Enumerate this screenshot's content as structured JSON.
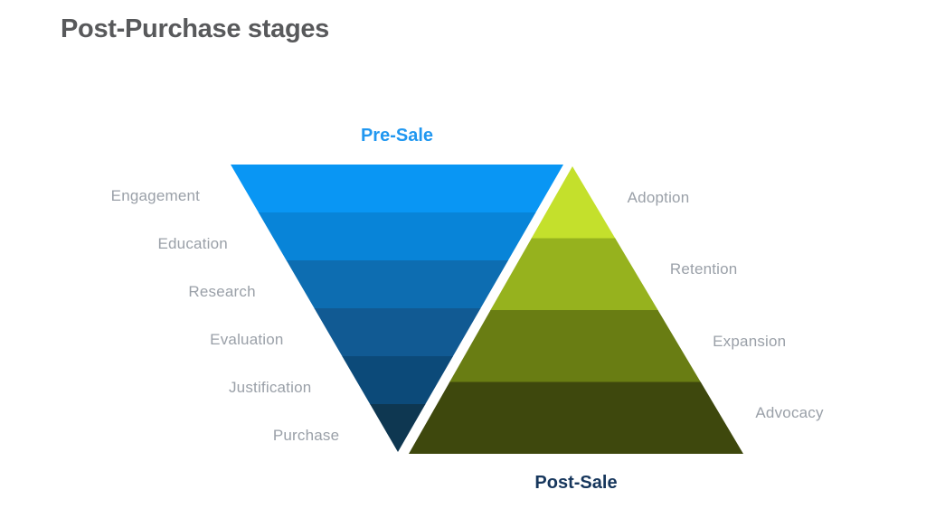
{
  "title": "Post-Purchase stages",
  "title_color": "#58595b",
  "stage_label_color": "#9aa0a8",
  "pre_sale": {
    "label": "Pre-Sale",
    "label_color": "#2097f0",
    "stages": [
      {
        "name": "Engagement",
        "color": "#0996f4"
      },
      {
        "name": "Education",
        "color": "#0884d8"
      },
      {
        "name": "Research",
        "color": "#0d6db1"
      },
      {
        "name": "Evaluation",
        "color": "#115a93"
      },
      {
        "name": "Justification",
        "color": "#0c4a79"
      },
      {
        "name": "Purchase",
        "color": "#0e3751"
      }
    ]
  },
  "post_sale": {
    "label": "Post-Sale",
    "label_color": "#16365c",
    "stages": [
      {
        "name": "Adoption",
        "color": "#c4e02c"
      },
      {
        "name": "Retention",
        "color": "#96b21e"
      },
      {
        "name": "Expansion",
        "color": "#697d13"
      },
      {
        "name": "Advocacy",
        "color": "#3e480d"
      }
    ]
  }
}
